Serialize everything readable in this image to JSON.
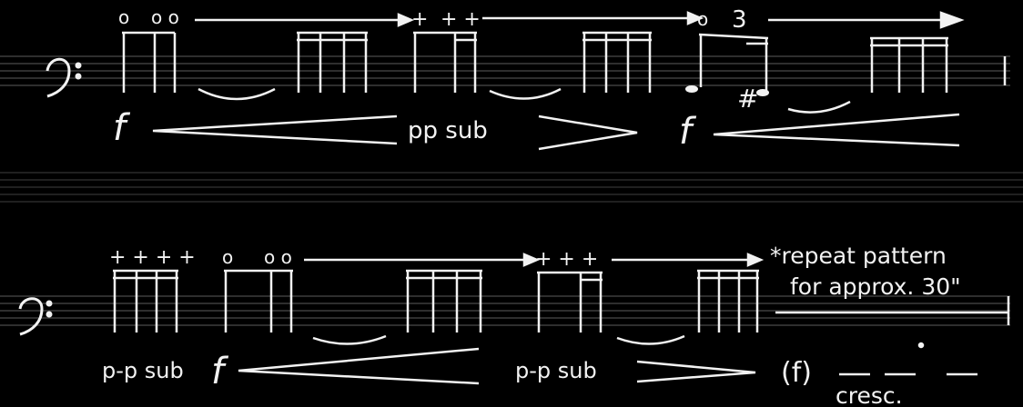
{
  "colors": {
    "background": "#000000",
    "ink": "#f2f2f2",
    "staff_line": "#6a6a6a"
  },
  "system1": {
    "clef": "bass-clef",
    "open_marks": [
      "o",
      "o o",
      "o"
    ],
    "closed_marks": [
      "+",
      "+ +"
    ],
    "tuplet": "3",
    "sharp": "#",
    "dyn_f1": "f",
    "dyn_pp_sub": "pp sub",
    "dyn_f2": "f"
  },
  "system2": {
    "clef": "bass-clef",
    "closed_marks_a": "+ + + +",
    "open_marks": [
      "o",
      "o o"
    ],
    "closed_marks_b": "+  + +",
    "dyn_pp_sub_1": "p-p sub",
    "dyn_f": "f",
    "dyn_pp_sub_2": "p-p sub",
    "dyn_f_paren": "(f)",
    "cresc": "cresc.",
    "note_line1": "*repeat pattern",
    "note_line2": "for approx. 30\""
  }
}
